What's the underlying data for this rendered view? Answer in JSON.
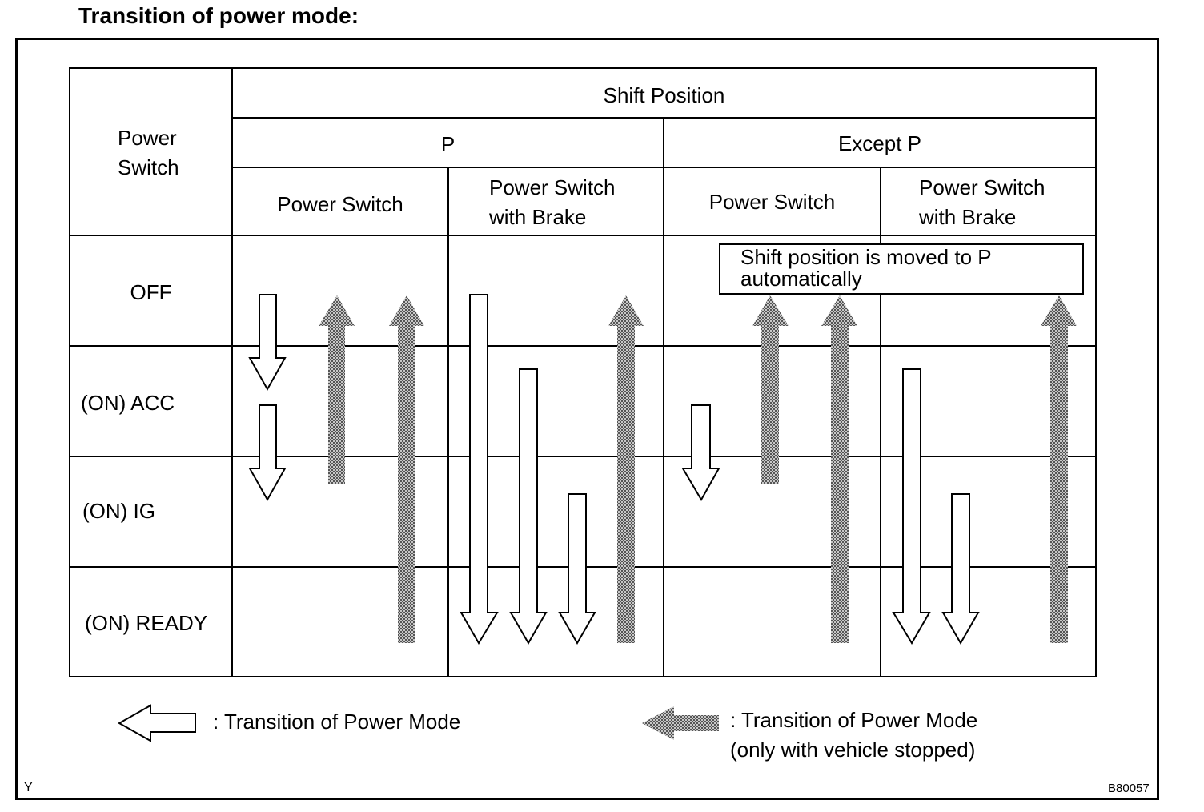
{
  "title": "Transition of power mode:",
  "table": {
    "corner_header": "Power\nSwitch",
    "shift_position_header": "Shift Position",
    "group_p": "P",
    "group_except_p": "Except P",
    "col_power_switch": "Power Switch",
    "col_power_switch_with_brake": "Power Switch\nwith Brake",
    "rows": [
      "OFF",
      "(ON) ACC",
      "(ON) IG",
      "(ON) READY"
    ]
  },
  "note": "Shift position is moved to P\nautomatically",
  "legend": {
    "white_arrow": ": Transition of Power Mode",
    "shaded_arrow": ": Transition of Power Mode\n(only with vehicle stopped)"
  },
  "footer": {
    "left_code": "Y",
    "right_code": "B80057"
  },
  "colors": {
    "line": "#000000",
    "background": "#ffffff",
    "shade": "#9a9a9a"
  }
}
